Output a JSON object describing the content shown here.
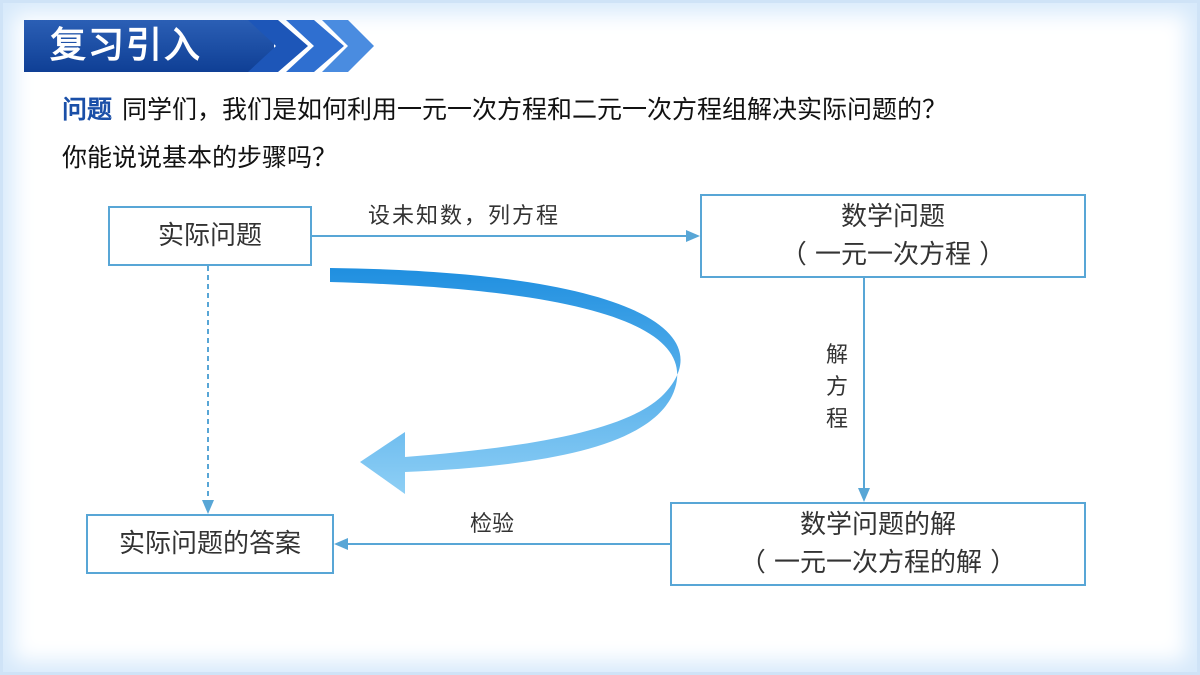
{
  "header": {
    "title": "复习引入"
  },
  "question": {
    "label": "问题",
    "line1": "同学们，我们是如何利用一元一次方程和二元一次方程组解决实际问题的？",
    "line2": "你能说说基本的步骤吗？"
  },
  "diagram": {
    "nodes": {
      "real_problem": "实际问题",
      "math_problem": "数学问题",
      "math_problem_sub": "（ 一元一次方程 ）",
      "math_solution": "数学问题的解",
      "math_solution_sub": "（ 一元一次方程的解 ）",
      "real_answer": "实际问题的答案"
    },
    "edges": {
      "set_unknowns": "设未知数，列方程",
      "solve_1": "解",
      "solve_2": "方",
      "solve_3": "程",
      "check": "检验"
    }
  },
  "colors": {
    "banner": "#1a4fa8",
    "border": "#58a6d6",
    "arrow": "#2ba3e6"
  }
}
